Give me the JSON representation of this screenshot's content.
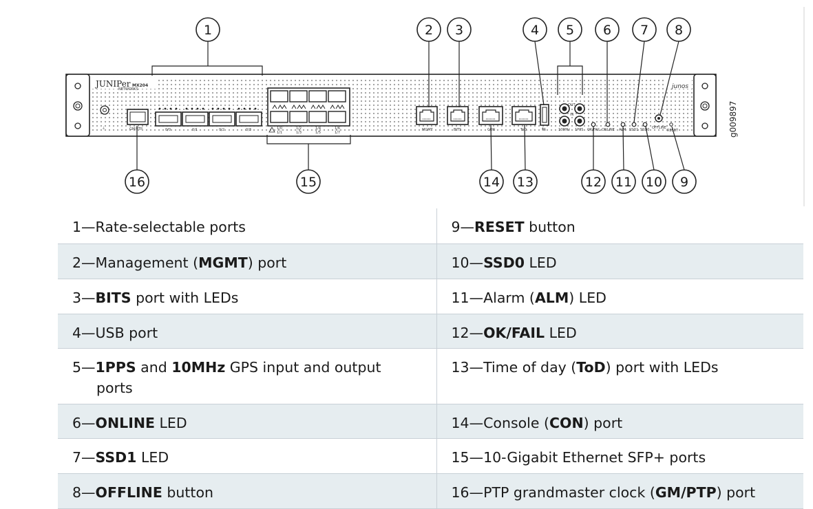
{
  "figure": {
    "id": "g009897",
    "brand": "JUNIPer",
    "brand_sub": "NETWORKS",
    "model": "MX204",
    "os": "junos",
    "callouts": [
      "1",
      "2",
      "3",
      "4",
      "5",
      "6",
      "7",
      "8",
      "9",
      "10",
      "11",
      "12",
      "13",
      "14",
      "15",
      "16"
    ],
    "panel_labels": {
      "gm_ptp": "GM/PTP",
      "p0": "0/0",
      "p1": "0/1",
      "p2": "0/2",
      "p3": "0/3",
      "mgmt": "MGMT",
      "bits": "BITS",
      "con": "CON",
      "tod": "ToD",
      "in": "IN",
      "out": "OUT",
      "mhz": "10MHz",
      "pps": "1PPS",
      "okfail": "OK/FAIL",
      "online": "ONLINE",
      "alm": "ALM",
      "ssd1": "SSD1",
      "ssd0": "SSD0",
      "offline": "OFFLINE",
      "reset": "RESET",
      "sfp_top": [
        "1/0",
        "1/2",
        "1/4",
        "1/6"
      ],
      "sfp_bot": [
        "1/1",
        "1/3",
        "1/5",
        "1/7"
      ]
    }
  },
  "legend": {
    "rows": [
      {
        "left": {
          "num": "1—",
          "parts": [
            [
              "Rate-selectable ports",
              false
            ]
          ]
        },
        "right": {
          "num": "9—",
          "parts": [
            [
              "RESET",
              true
            ],
            [
              " button",
              false
            ]
          ]
        }
      },
      {
        "left": {
          "num": "2—",
          "parts": [
            [
              "Management (",
              false
            ],
            [
              "MGMT",
              true
            ],
            [
              ") port",
              false
            ]
          ]
        },
        "right": {
          "num": "10—",
          "parts": [
            [
              "SSD0",
              true
            ],
            [
              " LED",
              false
            ]
          ]
        }
      },
      {
        "left": {
          "num": "3—",
          "parts": [
            [
              "BITS",
              true
            ],
            [
              " port with LEDs",
              false
            ]
          ]
        },
        "right": {
          "num": "11—",
          "parts": [
            [
              "Alarm (",
              false
            ],
            [
              "ALM",
              true
            ],
            [
              ") LED",
              false
            ]
          ]
        }
      },
      {
        "left": {
          "num": "4—",
          "parts": [
            [
              "USB port",
              false
            ]
          ]
        },
        "right": {
          "num": "12—",
          "parts": [
            [
              "OK/FAIL",
              true
            ],
            [
              " LED",
              false
            ]
          ]
        }
      },
      {
        "left": {
          "num": "5—",
          "parts": [
            [
              "1PPS",
              true
            ],
            [
              " and ",
              false
            ],
            [
              "10MHz",
              true
            ],
            [
              " GPS input and output",
              false
            ]
          ],
          "cont": "ports"
        },
        "right": {
          "num": "13—",
          "parts": [
            [
              "Time of day (",
              false
            ],
            [
              "ToD",
              true
            ],
            [
              ") port with LEDs",
              false
            ]
          ]
        }
      },
      {
        "left": {
          "num": "6—",
          "parts": [
            [
              "ONLINE",
              true
            ],
            [
              " LED",
              false
            ]
          ]
        },
        "right": {
          "num": "14—",
          "parts": [
            [
              "Console (",
              false
            ],
            [
              "CON",
              true
            ],
            [
              ") port",
              false
            ]
          ]
        }
      },
      {
        "left": {
          "num": "7—",
          "parts": [
            [
              "SSD1",
              true
            ],
            [
              " LED",
              false
            ]
          ]
        },
        "right": {
          "num": "15—",
          "parts": [
            [
              "10-Gigabit Ethernet SFP+ ports",
              false
            ]
          ]
        }
      },
      {
        "left": {
          "num": "8—",
          "parts": [
            [
              "OFFLINE",
              true
            ],
            [
              " button",
              false
            ]
          ]
        },
        "right": {
          "num": "16—",
          "parts": [
            [
              "PTP grandmaster clock (",
              false
            ],
            [
              "GM/PTP",
              true
            ],
            [
              ") port",
              false
            ]
          ]
        }
      }
    ]
  }
}
